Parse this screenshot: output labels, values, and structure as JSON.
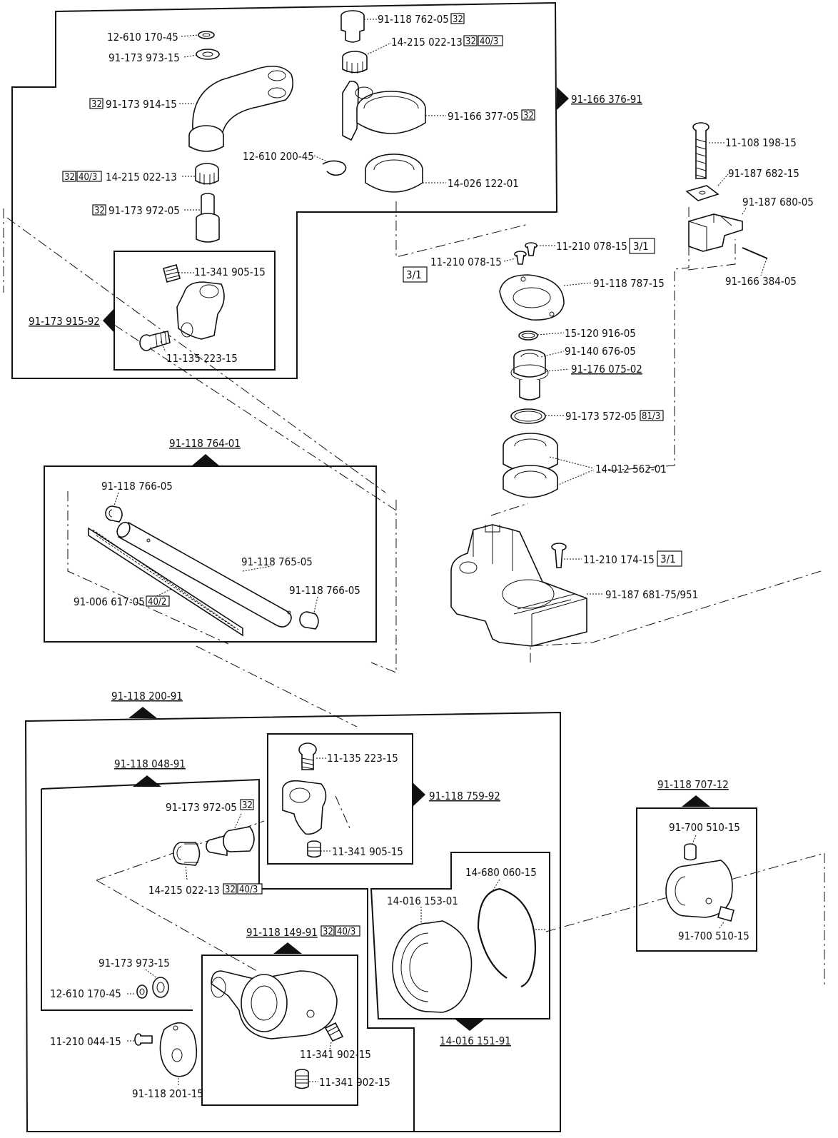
{
  "labels": {
    "l01": "12-610 170-45",
    "l02": "91-173 973-15",
    "l03": "91-173 914-15",
    "l04": "14-215 022-13",
    "l05": "91-173 972-05",
    "l06": "91-118 762-05",
    "l07": "14-215 022-13",
    "l08": "91-166 377-05",
    "l09": "12-610 200-45",
    "l10": "14-026 122-01",
    "l11": "11-341 905-15",
    "l12": "11-135 223-15",
    "l13": "11-210 078-15",
    "l14": "11-210 078-15",
    "l15": "91-118 787-15",
    "l16": "15-120 916-05",
    "l17": "91-140 676-05",
    "l18": "91-173 572-05",
    "l19": "14-012 562-01",
    "l20": "11-108 198-15",
    "l21": "91-187 682-15",
    "l22": "91-187 680-05",
    "l23": "91-166 384-05",
    "l24": "11-210 174-15",
    "l25": "91-187 681-75/951",
    "l26": "91-118 766-05",
    "l27": "91-118 765-05",
    "l28": "91-118 766-05",
    "l29": "91-006 617-05",
    "l30": "11-135 223-15",
    "l31": "91-173 972-05",
    "l32": "11-341 905-15",
    "l33": "14-215 022-13",
    "l34": "91-700 510-15",
    "l35": "91-700 510-15",
    "l36": "14-680 060-15",
    "l37": "14-016 153-01",
    "l38": "91-173 973-15",
    "l39": "12-610 170-45",
    "l40": "11-210 044-15",
    "l41": "11-341 902-15",
    "l42": "11-341 902-15",
    "l43": "91-118 201-15"
  },
  "refs": {
    "r01": "91-166 376-91",
    "r02": "91-173 915-92",
    "r03": "91-176 075-02",
    "r04": "91-118 764-01",
    "r05": "91-118 200-91",
    "r06": "91-118 048-91",
    "r07": "91-118 759-92",
    "r08": "91-118 707-12",
    "r09": "91-118 149-91",
    "r10": "14-016 151-91"
  },
  "badges": {
    "b32": "32",
    "b40_3": "40/3",
    "b3_1": "3/1",
    "b81_3": "81/3",
    "b40_2": "40/2"
  }
}
